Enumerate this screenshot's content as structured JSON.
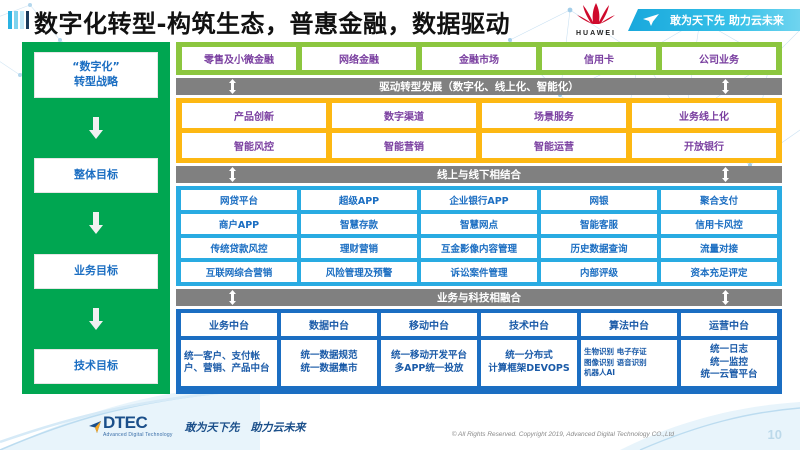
{
  "header": {
    "title": "数字化转型-构筑生态，普惠金融，数据驱动",
    "brand": "HUAWEI",
    "banner_slogan": "敢为天下先 助力云未来"
  },
  "strategy_column": {
    "steps": [
      {
        "label": "“数字化”\n转型战略"
      },
      {
        "label": "整体目标"
      },
      {
        "label": "业务目标"
      },
      {
        "label": "技术目标"
      }
    ],
    "step0_line1": "“数字化”",
    "step0_line2": "转型战略",
    "step1": "整体目标",
    "step2": "业务目标",
    "step3": "技术目标"
  },
  "business_lines": {
    "items": [
      "零售及小微金融",
      "网络金融",
      "金融市场",
      "信用卡",
      "公司业务"
    ]
  },
  "separators": {
    "drive": "驱动转型发展（数字化、线上化、智能化）",
    "online_offline": "线上与线下相结合",
    "biz_tech": "业务与科技相融合"
  },
  "overall_goals": {
    "row1": [
      "产品创新",
      "数字渠道",
      "场景服务",
      "业务线上化"
    ],
    "row2": [
      "智能风控",
      "智能营销",
      "智能运营",
      "开放银行"
    ]
  },
  "business_goals": {
    "row1": [
      "网贷平台",
      "超级APP",
      "企业银行APP",
      "网银",
      "聚合支付"
    ],
    "row2": [
      "商户APP",
      "智慧存款",
      "智慧网点",
      "智能客服",
      "信用卡风控"
    ],
    "row3": [
      "传统贷款风控",
      "理财营销",
      "互金影像内容管理",
      "历史数据查询",
      "流量对接"
    ],
    "row4": [
      "互联网综合营销",
      "风险管理及预警",
      "诉讼案件管理",
      "内部评级",
      "资本充足评定"
    ]
  },
  "tech_goals": {
    "headers": [
      "业务中台",
      "数据中台",
      "移动中台",
      "技术中台",
      "算法中台",
      "运营中台"
    ],
    "contents": [
      "统一客户、支付帐户、营销、产品中台",
      "统一数据规范\n统一数据集市",
      "统一移动开发平台\n多APP统一投放",
      "统一分布式\n计算框架DEVOPS",
      "生物识别 电子存证\n图像识别 语音识别\n机器人AI",
      "统一日志\n统一监控\n统一云管平台"
    ],
    "c0": "统一客户、支付帐户、营销、产品中台",
    "c1_l1": "统一数据规范",
    "c1_l2": "统一数据集市",
    "c2_l1": "统一移动开发平台",
    "c2_l2": "多APP统一投放",
    "c3_l1": "统一分布式",
    "c3_l2": "计算框架DEVOPS",
    "c4_l1": "生物识别 电子存证",
    "c4_l2": "图像识别 语音识别",
    "c4_l3": "机器人AI",
    "c5_l1": "统一日志",
    "c5_l2": "统一监控",
    "c5_l3": "统一云管平台"
  },
  "footer": {
    "logo_name": "DTEC",
    "logo_sub": "Advanced Digital Technology",
    "slogan": "敢为天下先　助力云未来",
    "copyright": "© All Rights Reserved. Copyright 2019, Advanced Digital Technology CO.,Ltd",
    "page_number": "10"
  },
  "colors": {
    "green": "#00a651",
    "lime": "#8cc63f",
    "orange": "#fdb813",
    "blue": "#29abe2",
    "dark_blue": "#1b6ec2",
    "gray": "#808080",
    "purple_text": "#7a3fa0"
  }
}
